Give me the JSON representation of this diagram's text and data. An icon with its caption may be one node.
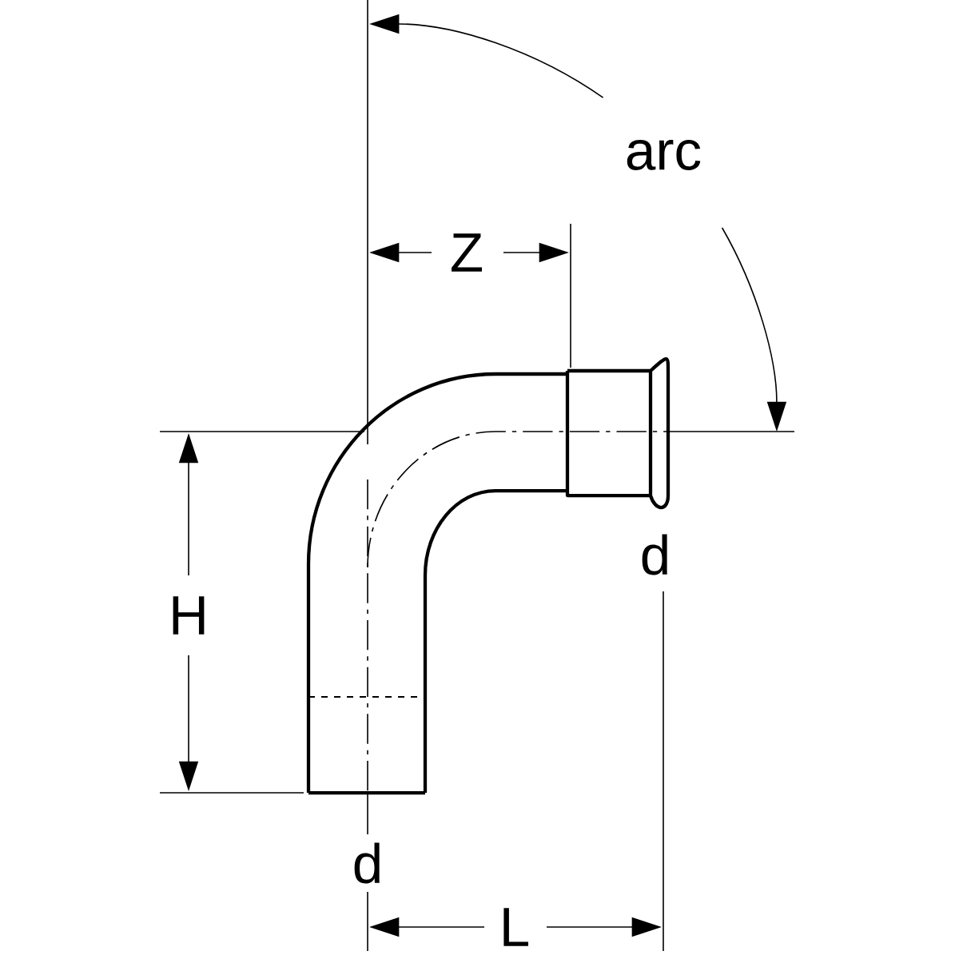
{
  "diagram": {
    "labels": [
      "arc",
      "Z",
      "d",
      "H",
      "d",
      "L"
    ]
  }
}
